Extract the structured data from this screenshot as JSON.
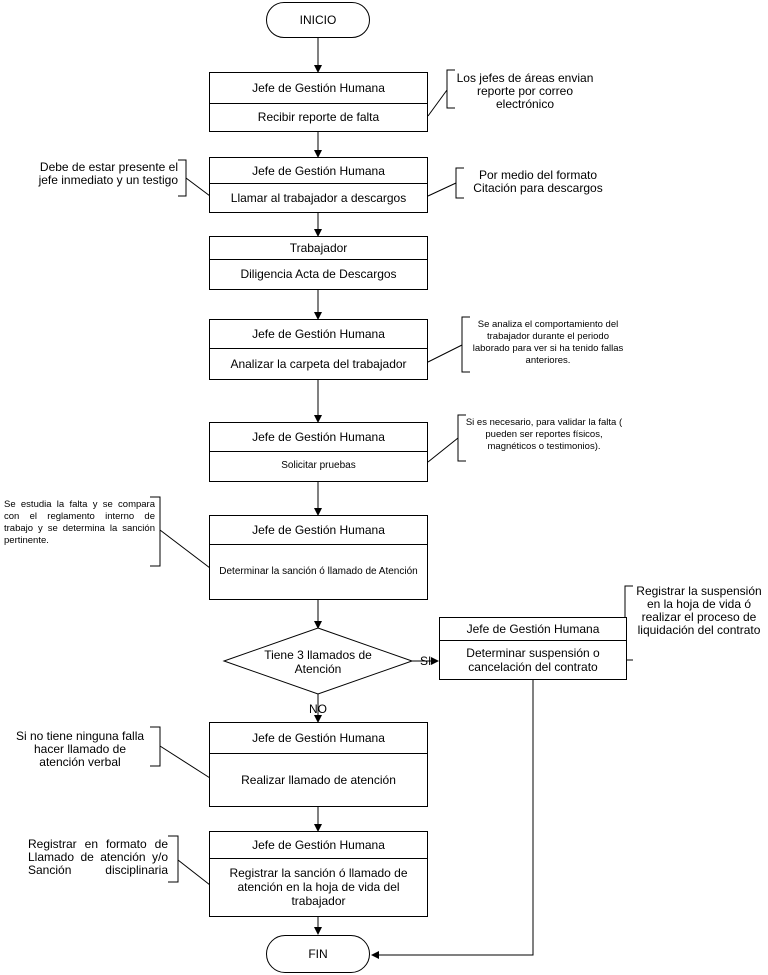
{
  "start": "INICIO",
  "end": "FIN",
  "steps": [
    {
      "role": "Jefe de Gestión Humana",
      "action": "Recibir reporte de falta"
    },
    {
      "role": "Jefe de Gestión Humana",
      "action": "Llamar al trabajador a descargos"
    },
    {
      "role": "Trabajador",
      "action": "Diligencia Acta de Descargos"
    },
    {
      "role": "Jefe de Gestión Humana",
      "action": "Analizar la carpeta del trabajador"
    },
    {
      "role": "Jefe de Gestión Humana",
      "action": "Solicitar pruebas"
    },
    {
      "role": "Jefe de Gestión Humana",
      "action": "Determinar la sanción ó llamado de Atención"
    },
    {
      "role": "Jefe de Gestión Humana",
      "action": "Realizar llamado de atención"
    },
    {
      "role": "Jefe de Gestión Humana",
      "action": "Registrar la sanción ó llamado de atención en la hoja de vida del trabajador"
    }
  ],
  "decision": {
    "question": "Tiene 3 llamados de Atención",
    "yes_label": "SI",
    "no_label": "NO"
  },
  "side_step": {
    "role": "Jefe de Gestión Humana",
    "action": "Determinar suspensión o cancelación del contrato"
  },
  "notes": {
    "report": "Los jefes de áreas envian reporte por correo electrónico",
    "witness": "Debe de estar presente el jefe inmediato y un testigo",
    "format": "Por medio del formato Citación para descargos",
    "analysis": "Se analiza el comportamiento del trabajador durante el periodo laborado para ver si ha tenido fallas anteriores.",
    "evidence": "Si es necesario, para validar la falta ( pueden ser reportes físicos, magnéticos o testimonios).",
    "sanction": "Se estudia la falta y se compara con el reglamento interno de trabajo y se determina la sanción pertinente.",
    "suspension": "Registrar la suspensión en la hoja de vida ó realizar el proceso de liquidación del contrato",
    "verbal": "Si no tiene ninguna falla hacer llamado de atención verbal",
    "register": "Registrar en formato de Llamado de atención y/o Sanción disciplinaria"
  }
}
